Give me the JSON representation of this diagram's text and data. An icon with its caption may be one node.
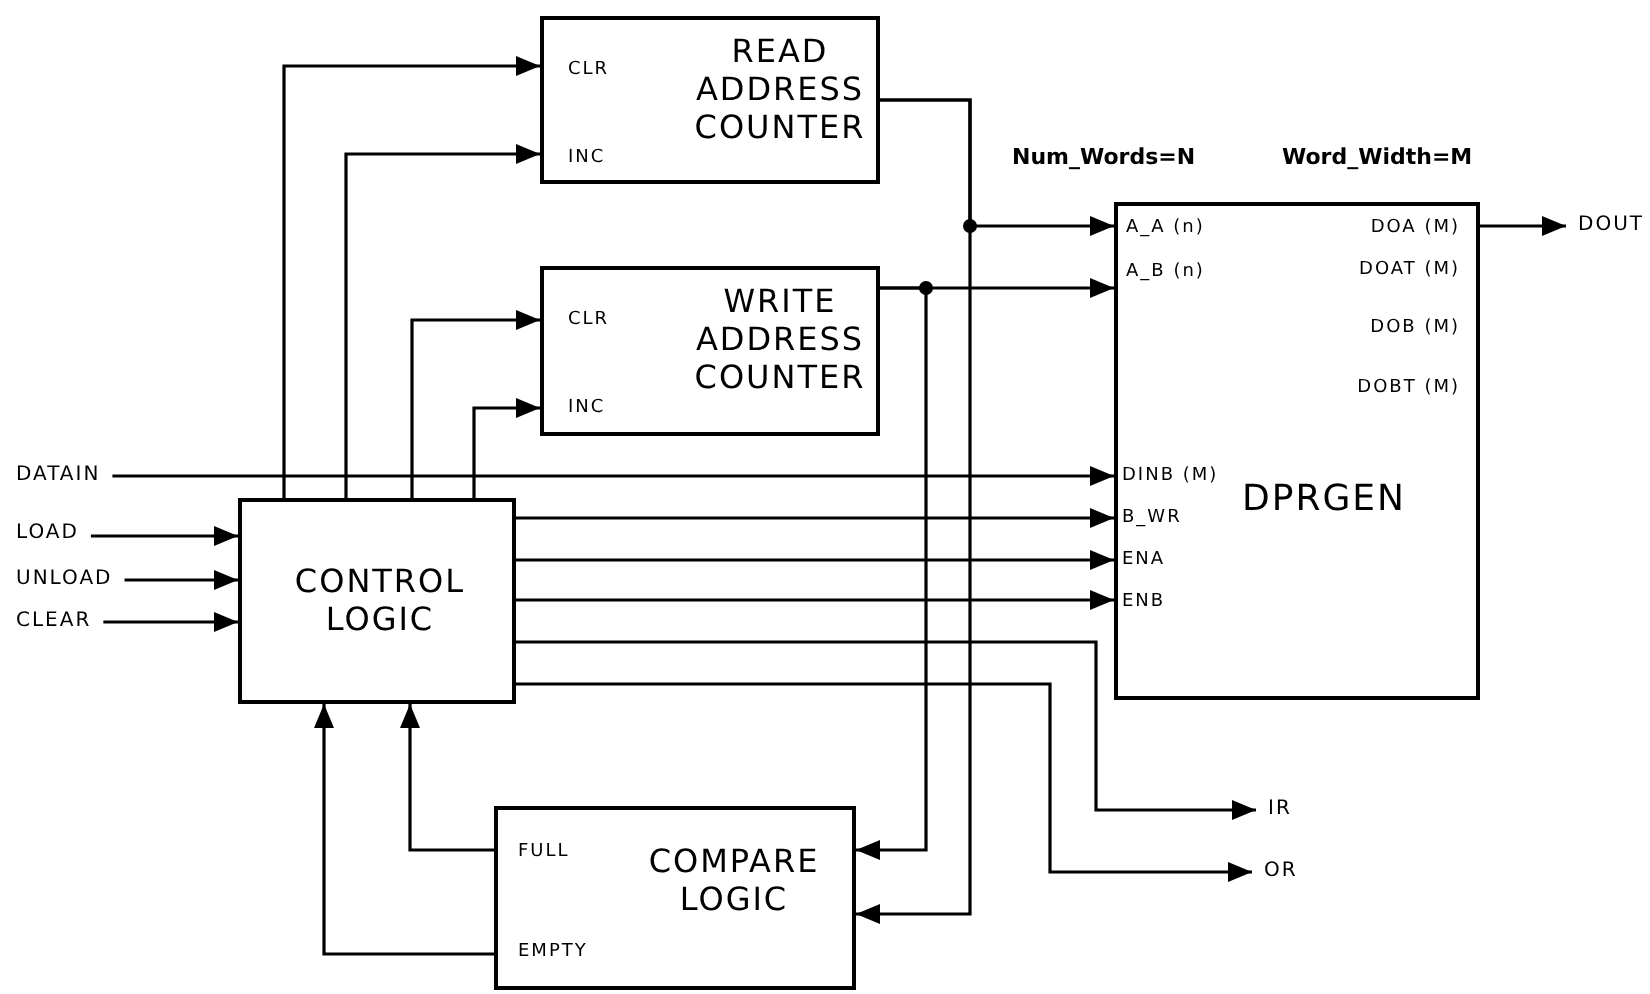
{
  "diagram": {
    "nodes": [
      {
        "text": [
          "CLR",
          "READ ADDRESS COUNTER",
          "INC"
        ]
      },
      {
        "text": [
          "CLR",
          "WRITE ADDRESS COUNTER",
          "INC"
        ]
      },
      {
        "text": [
          "DATAIN"
        ]
      },
      {
        "text": [
          "LOAD"
        ]
      },
      {
        "text": [
          "UNLOAD"
        ]
      },
      {
        "text": [
          "CLEAR"
        ]
      },
      {
        "text": [
          "CONTROL LOGIC"
        ]
      },
      {
        "text": [
          "DPRGEN",
          "A_A (n)",
          "A_B (n)",
          "DOA (M)",
          "DOAT (M)",
          "DOB (M)",
          "DOBT (M)",
          "DINB (M)",
          "B_WR",
          "ENA",
          "ENB"
        ]
      },
      {
        "text": [
          "DOUT"
        ]
      },
      {
        "text": [
          "IR"
        ]
      },
      {
        "text": [
          "OR"
        ]
      },
      {
        "text": [
          "FULL",
          "COMPARE LOGIC",
          "EMPTY"
        ]
      }
    ],
    "edges": [
      {
        "from": 6,
        "to": 0,
        "arrow": "to"
      },
      {
        "from": 6,
        "to": 0,
        "arrow": "to"
      },
      {
        "from": 6,
        "to": 1,
        "arrow": "to"
      },
      {
        "from": 6,
        "to": 1,
        "arrow": "to"
      },
      {
        "from": 2,
        "to": 7,
        "arrow": "to"
      },
      {
        "from": 3,
        "to": 6,
        "arrow": "to"
      },
      {
        "from": 4,
        "to": 6,
        "arrow": "to"
      },
      {
        "from": 5,
        "to": 6,
        "arrow": "to"
      },
      {
        "from": 6,
        "to": 7,
        "arrow": "to"
      },
      {
        "from": 6,
        "to": 7,
        "arrow": "to"
      },
      {
        "from": 6,
        "to": 7,
        "arrow": "to"
      },
      {
        "from": 6,
        "to": 9,
        "arrow": "to"
      },
      {
        "from": 6,
        "to": 10,
        "arrow": "to"
      },
      {
        "from": 0,
        "to": 7,
        "arrow": "to"
      },
      {
        "from": 0,
        "to": 11,
        "arrow": "to"
      },
      {
        "from": 1,
        "to": 7,
        "arrow": "to"
      },
      {
        "from": 1,
        "to": 11,
        "arrow": "to"
      },
      {
        "from": 11,
        "to": 6,
        "arrow": "to"
      },
      {
        "from": 11,
        "to": 6,
        "arrow": "to"
      },
      {
        "from": 7,
        "to": 8,
        "arrow": "to"
      }
    ],
    "labels": [
      "Num_Words=N",
      "Word_Width=M"
    ]
  }
}
